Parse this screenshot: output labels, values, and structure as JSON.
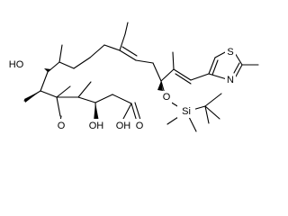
{
  "structure": {
    "atoms": {
      "hydroxyl_left": "HO",
      "ketone_oxygen": "O",
      "hydroxyl_bottom": "OH",
      "carboxylic_acid": "OH",
      "carbonyl_oxygen_acid": "O",
      "silyl_ether_oxygen": "O",
      "silicon": "Si",
      "thiazole_sulfur": "S",
      "thiazole_nitrogen": "N"
    }
  }
}
